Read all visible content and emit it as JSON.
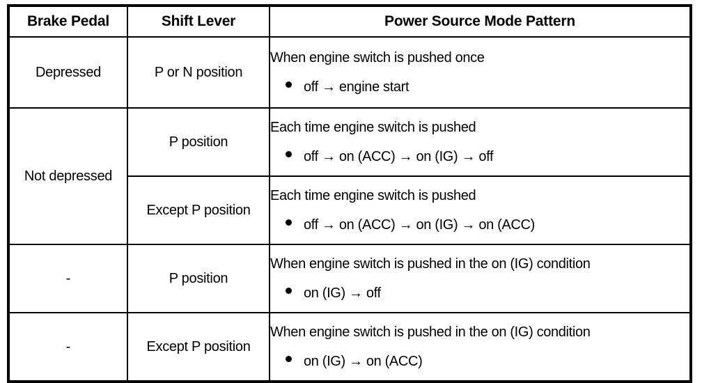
{
  "table": {
    "headers": [
      {
        "label": "Brake Pedal"
      },
      {
        "label": "Shift Lever"
      },
      {
        "label": "Power Source Mode Pattern"
      }
    ],
    "rows": [
      {
        "brake_pedal": "Depressed",
        "shift_lever": "P or N position",
        "headline": "When engine switch is pushed once",
        "bullet": "off → engine start"
      },
      {
        "brake_pedal": "Not depressed",
        "shift_lever": "P position",
        "headline": "Each time engine switch is pushed",
        "bullet": "off → on (ACC) → on (IG) → off"
      },
      {
        "brake_pedal": "",
        "shift_lever": "Except P position",
        "headline": "Each time engine switch is pushed",
        "bullet": "off → on (ACC) → on (IG) → on (ACC)"
      },
      {
        "brake_pedal": "-",
        "shift_lever": "P position",
        "headline": "When engine switch is pushed in the on (IG) condition",
        "bullet": "on (IG) → off"
      },
      {
        "brake_pedal": "-",
        "shift_lever": "Except P position",
        "headline": "When engine switch is pushed in the on (IG) condition",
        "bullet": "on (IG) → on (ACC)"
      }
    ]
  },
  "colors": {
    "border": "#000000",
    "text": "#000000",
    "background": "#ffffff"
  }
}
